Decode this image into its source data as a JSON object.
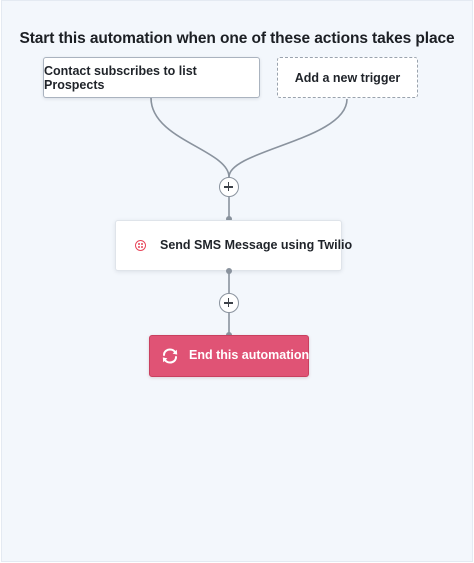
{
  "canvas": {
    "heading": "Start this automation when one of these actions takes place"
  },
  "triggers": [
    {
      "label": "Contact subscribes to list Prospects"
    },
    {
      "label": "Add a new trigger"
    }
  ],
  "steps": [
    {
      "label": "Send SMS Message using Twilio",
      "icon": "twilio-icon"
    }
  ],
  "end": {
    "label": "End this automation",
    "icon": "refresh-arrows-icon"
  },
  "colors": {
    "canvas_bg": "#f3f7fc",
    "end_bg": "#e05375",
    "twilio": "#e8465a",
    "connector": "#8a939e"
  }
}
